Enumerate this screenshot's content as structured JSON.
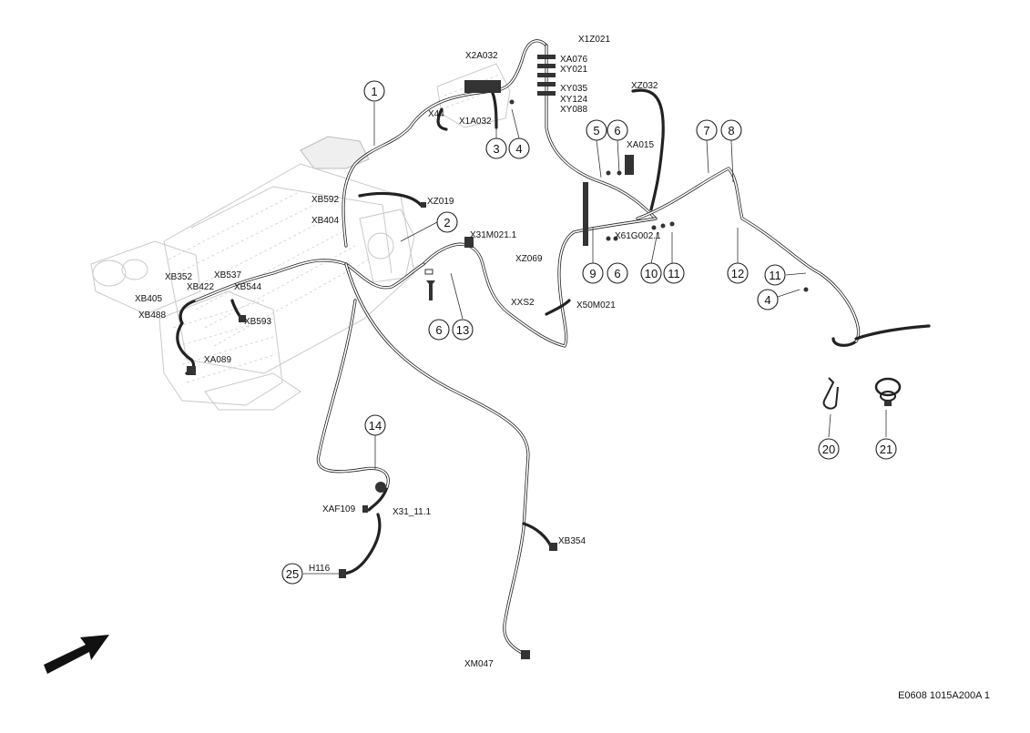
{
  "drawing_code": "E0608 1015A200A 1",
  "callouts": [
    {
      "id": "c1",
      "label": "1"
    },
    {
      "id": "c2",
      "label": "2"
    },
    {
      "id": "c3",
      "label": "3"
    },
    {
      "id": "c4a",
      "label": "4"
    },
    {
      "id": "c4b",
      "label": "4"
    },
    {
      "id": "c5",
      "label": "5"
    },
    {
      "id": "c6a",
      "label": "6"
    },
    {
      "id": "c6b",
      "label": "6"
    },
    {
      "id": "c6c",
      "label": "6"
    },
    {
      "id": "c7",
      "label": "7"
    },
    {
      "id": "c8",
      "label": "8"
    },
    {
      "id": "c9",
      "label": "9"
    },
    {
      "id": "c10",
      "label": "10"
    },
    {
      "id": "c11a",
      "label": "11"
    },
    {
      "id": "c11b",
      "label": "11"
    },
    {
      "id": "c12",
      "label": "12"
    },
    {
      "id": "c13",
      "label": "13"
    },
    {
      "id": "c14",
      "label": "14"
    },
    {
      "id": "c20",
      "label": "20"
    },
    {
      "id": "c21",
      "label": "21"
    },
    {
      "id": "c25",
      "label": "25"
    }
  ],
  "connectors": [
    "X1Z021",
    "X2A032",
    "XA076",
    "XY021",
    "XY035",
    "XY124",
    "XY088",
    "X44",
    "X1A032",
    "XZ032",
    "XA015",
    "XB592",
    "XZ019",
    "XB404",
    "X31M021.1",
    "X61G002.1",
    "XZ069",
    "XB352",
    "XB537",
    "XB422",
    "XB405",
    "XB544",
    "XB488",
    "XB593",
    "XA089",
    "XXS2",
    "X50M021",
    "XAF109",
    "X31_11.1",
    "XB354",
    "H116",
    "XM047"
  ],
  "colors": {
    "line": "#222222",
    "engine": "#c9c9c9",
    "background": "#ffffff"
  },
  "icons": [
    "direction-arrow-icon",
    "cable-tie-icon",
    "hose-clamp-icon"
  ]
}
